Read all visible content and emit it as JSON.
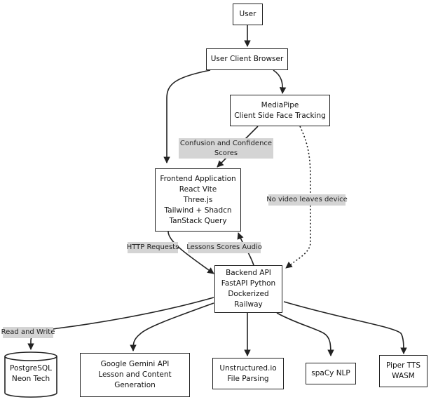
{
  "nodes": {
    "user": {
      "lines": [
        "User"
      ]
    },
    "browser": {
      "lines": [
        "User Client Browser"
      ]
    },
    "mediapipe": {
      "lines": [
        "MediaPipe",
        "Client Side Face Tracking"
      ]
    },
    "frontend": {
      "lines": [
        "Frontend Application",
        "React Vite",
        "Three.js",
        "Tailwind + Shadcn",
        "TanStack Query"
      ]
    },
    "backend": {
      "lines": [
        "Backend API",
        "FastAPI Python",
        "Dockerized",
        "Railway"
      ]
    },
    "postgres": {
      "lines": [
        "PostgreSQL",
        "Neon Tech"
      ]
    },
    "gemini": {
      "lines": [
        "Google Gemini API",
        "Lesson and Content",
        "Generation"
      ]
    },
    "unstructured": {
      "lines": [
        "Unstructured.io",
        "File Parsing"
      ]
    },
    "spacy": {
      "lines": [
        "spaCy NLP"
      ]
    },
    "piper": {
      "lines": [
        "Piper TTS",
        "WASM"
      ]
    }
  },
  "edge_labels": {
    "confusion": {
      "lines": [
        "Confusion and Confidence",
        "Scores"
      ]
    },
    "no_video": {
      "lines": [
        "No video leaves device"
      ]
    },
    "http": {
      "lines": [
        "HTTP Requests"
      ]
    },
    "lessons": {
      "lines": [
        "Lessons Scores Audio"
      ]
    },
    "read_write": {
      "lines": [
        "Read and Write"
      ]
    }
  },
  "colors": {
    "stroke": "#222222",
    "label_bg": "#d4d4d4",
    "node_bg": "#ffffff"
  }
}
